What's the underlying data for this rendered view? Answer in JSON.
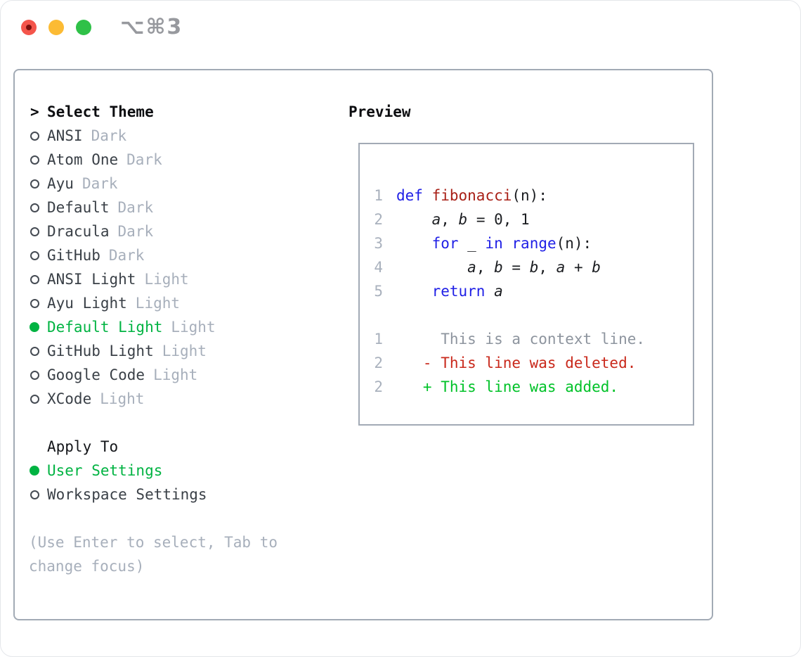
{
  "colors": {
    "green": "#00b342",
    "add": "#00c228",
    "del": "#c9291c",
    "kw": "#2020e6",
    "fn": "#a81f16",
    "text": "#3a4047",
    "muted": "#a7afbb",
    "dark": "#0c0d10",
    "lnum": "#a9b1bd",
    "ctx": "#8d949e",
    "border": "#a2aab5",
    "tl_red": "#f4554b",
    "tl_red_dot": "#7c100d",
    "tl_yellow": "#fcbb34",
    "tl_green": "#2fc148",
    "title_gray": "#97999e"
  },
  "window": {
    "title": "⌥⌘3"
  },
  "theme_selector": {
    "header_caret": ">",
    "header_label": "Select Theme",
    "items": [
      {
        "name": "ANSI",
        "variant": "Dark",
        "selected": false
      },
      {
        "name": "Atom One",
        "variant": "Dark",
        "selected": false
      },
      {
        "name": "Ayu",
        "variant": "Dark",
        "selected": false
      },
      {
        "name": "Default",
        "variant": "Dark",
        "selected": false
      },
      {
        "name": "Dracula",
        "variant": "Dark",
        "selected": false
      },
      {
        "name": "GitHub",
        "variant": "Dark",
        "selected": false
      },
      {
        "name": "ANSI Light",
        "variant": "Light",
        "selected": false
      },
      {
        "name": "Ayu Light",
        "variant": "Light",
        "selected": false
      },
      {
        "name": "Default Light",
        "variant": "Light",
        "selected": true
      },
      {
        "name": "GitHub Light",
        "variant": "Light",
        "selected": false
      },
      {
        "name": "Google Code",
        "variant": "Light",
        "selected": false
      },
      {
        "name": "XCode",
        "variant": "Light",
        "selected": false
      }
    ],
    "apply_to": {
      "label": "Apply To",
      "options": [
        {
          "label": "User Settings",
          "selected": true
        },
        {
          "label": "Workspace Settings",
          "selected": false
        }
      ]
    },
    "hint": "(Use Enter to select, Tab to change focus)"
  },
  "preview": {
    "label": "Preview",
    "code_lines": [
      {
        "num": "1",
        "tokens": [
          {
            "t": "def",
            "c": "kw"
          },
          {
            "t": " ",
            "c": "plain"
          },
          {
            "t": "fibonacci",
            "c": "fn"
          },
          {
            "t": "(n):",
            "c": "plain"
          }
        ]
      },
      {
        "num": "2",
        "tokens": [
          {
            "t": "    ",
            "c": "plain"
          },
          {
            "t": "a",
            "c": "var"
          },
          {
            "t": ", ",
            "c": "plain"
          },
          {
            "t": "b",
            "c": "var"
          },
          {
            "t": " = 0, 1",
            "c": "plain"
          }
        ]
      },
      {
        "num": "3",
        "tokens": [
          {
            "t": "    ",
            "c": "plain"
          },
          {
            "t": "for",
            "c": "kw"
          },
          {
            "t": " _ ",
            "c": "plain"
          },
          {
            "t": "in",
            "c": "kw"
          },
          {
            "t": " ",
            "c": "plain"
          },
          {
            "t": "range",
            "c": "kw"
          },
          {
            "t": "(n):",
            "c": "plain"
          }
        ]
      },
      {
        "num": "4",
        "tokens": [
          {
            "t": "        ",
            "c": "plain"
          },
          {
            "t": "a",
            "c": "var"
          },
          {
            "t": ", ",
            "c": "plain"
          },
          {
            "t": "b",
            "c": "var"
          },
          {
            "t": " = ",
            "c": "plain"
          },
          {
            "t": "b",
            "c": "var"
          },
          {
            "t": ", ",
            "c": "plain"
          },
          {
            "t": "a",
            "c": "var"
          },
          {
            "t": " + ",
            "c": "plain"
          },
          {
            "t": "b",
            "c": "var"
          }
        ]
      },
      {
        "num": "5",
        "tokens": [
          {
            "t": "    ",
            "c": "plain"
          },
          {
            "t": "return",
            "c": "kw"
          },
          {
            "t": " ",
            "c": "plain"
          },
          {
            "t": "a",
            "c": "var"
          }
        ]
      }
    ],
    "diff_lines": [
      {
        "num": "1",
        "type": "context",
        "text": "     This is a context line."
      },
      {
        "num": "2",
        "type": "deleted",
        "text": "   - This line was deleted."
      },
      {
        "num": "2",
        "type": "added",
        "text": "   + This line was added."
      }
    ]
  }
}
